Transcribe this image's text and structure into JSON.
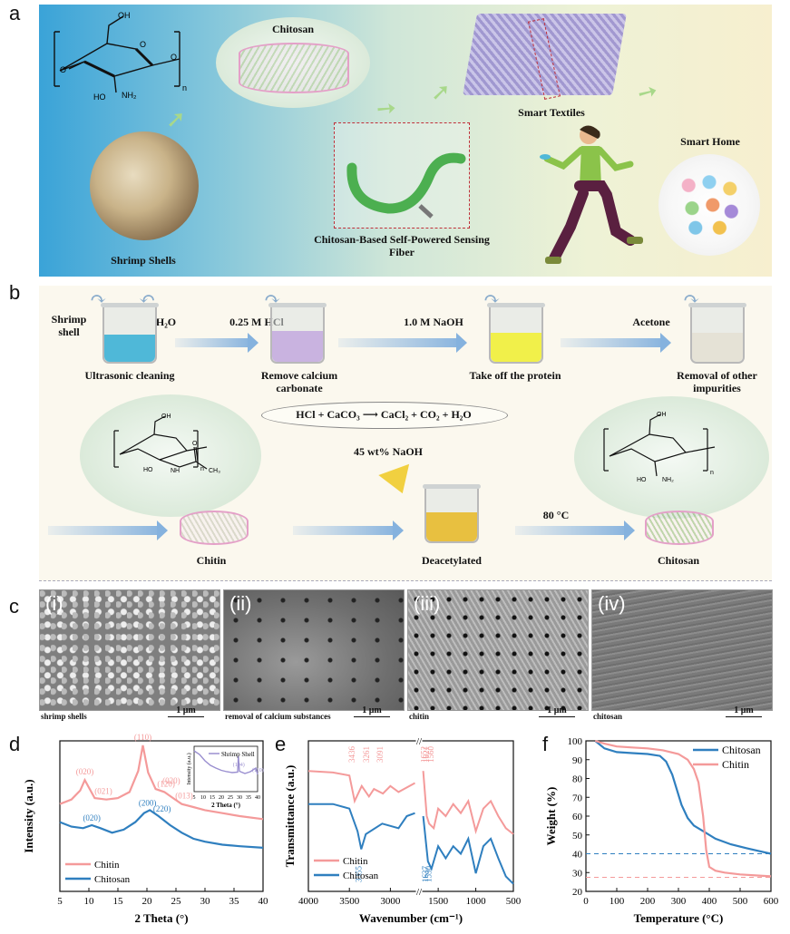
{
  "panel_labels": {
    "a": "a",
    "b": "b",
    "c": "c",
    "d": "d",
    "e": "e",
    "f": "f"
  },
  "panel_a": {
    "chitosan_label": "Chitosan",
    "smart_textiles": "Smart Textiles",
    "smart_home": "Smart Home",
    "shrimp_shells": "Shrimp Shells",
    "fiber_label": "Chitosan-Based Self-Powered Sensing Fiber",
    "colors": {
      "left": "#3aa3d8",
      "middle": "#cfe6d8",
      "right": "#f7efcf",
      "fiber": "#4caf50",
      "runner_top": "#8bc34a",
      "runner_pants": "#5a2040"
    }
  },
  "panel_b": {
    "shrimp_shell": "Shrimp shell",
    "h2o": "H₂O",
    "hcl": "0.25 M HCl",
    "naoh": "1.0 M NaOH",
    "acetone": "Acetone",
    "step1": "Ultrasonic cleaning",
    "step2": "Remove calcium carbonate",
    "step3": "Take off the protein",
    "step4": "Removal of other impurities",
    "reaction": "HCl + CaCO₃ ⟶ CaCl₂ + CO₂ + H₂O",
    "naoh45": "45 wt% NaOH",
    "temp": "80 °C",
    "chitin": "Chitin",
    "deacetylated": "Deacetylated",
    "chitosan": "Chitosan",
    "colors": {
      "blue_liquid": "#4fb8d8",
      "purple_liquid": "#c9b3e0",
      "yellow_liquid": "#f1f04a",
      "grey_liquid": "#e5e2d6",
      "orange_liquid": "#e8c040"
    }
  },
  "panel_c": {
    "images": [
      {
        "roman": "(i)",
        "caption": "shrimp shells",
        "scale": "1 μm"
      },
      {
        "roman": "(ii)",
        "caption": "removal of calcium substances",
        "scale": "1 μm"
      },
      {
        "roman": "(iii)",
        "caption": "chitin",
        "scale": "1 μm"
      },
      {
        "roman": "(iv)",
        "caption": "chitosan",
        "scale": "1 μm"
      }
    ]
  },
  "chart_data": [
    {
      "type": "line",
      "panel": "d",
      "xlabel": "2 Theta (°)",
      "ylabel": "Intensity (a.u.)",
      "xlim": [
        5,
        40
      ],
      "xticks": [
        5,
        10,
        15,
        20,
        25,
        30,
        35,
        40
      ],
      "legend": "bottom-left",
      "series": [
        {
          "name": "Chitin",
          "color": "#f49a9a",
          "x": [
            5,
            7,
            8.5,
            9.3,
            10,
            11,
            13,
            15,
            17,
            18.5,
            19.3,
            20.2,
            21.5,
            23,
            24.5,
            26,
            28,
            30,
            33,
            36,
            40
          ],
          "y": [
            0.58,
            0.61,
            0.67,
            0.74,
            0.69,
            0.62,
            0.61,
            0.62,
            0.66,
            0.8,
            0.97,
            0.79,
            0.68,
            0.66,
            0.62,
            0.58,
            0.56,
            0.54,
            0.52,
            0.5,
            0.48
          ]
        },
        {
          "name": "Chitosan",
          "color": "#2f7fbf",
          "x": [
            5,
            7,
            9,
            10.5,
            12,
            14,
            16,
            18,
            19.5,
            20.5,
            22,
            24,
            26,
            28,
            30,
            33,
            36,
            40
          ],
          "y": [
            0.46,
            0.43,
            0.42,
            0.44,
            0.42,
            0.39,
            0.41,
            0.46,
            0.52,
            0.54,
            0.5,
            0.44,
            0.39,
            0.35,
            0.33,
            0.31,
            0.3,
            0.29
          ]
        }
      ],
      "annotations_chitin": [
        {
          "text": "(020)",
          "x": 9.3
        },
        {
          "text": "(021)",
          "x": 12.5
        },
        {
          "text": "(110)",
          "x": 19.3
        },
        {
          "text": "(120)",
          "x": 23.3
        },
        {
          "text": "(020)",
          "x": 24.2
        },
        {
          "text": "(013)",
          "x": 26.4
        }
      ],
      "annotations_chitosan": [
        {
          "text": "(020)",
          "x": 10.5
        },
        {
          "text": "(200)",
          "x": 20.1
        },
        {
          "text": "(220)",
          "x": 22.6
        }
      ],
      "inset": {
        "legend": "Shrimp Shell",
        "xlabel": "2 Theta (°)",
        "ylabel": "Intensity (a.u.)",
        "xticks": [
          5,
          10,
          15,
          20,
          25,
          30,
          35,
          40
        ],
        "annotations": [
          "(104)",
          "(110)"
        ],
        "series": {
          "name": "Shrimp Shell",
          "color": "#9a8fd0",
          "x": [
            5,
            8,
            11,
            14,
            17,
            20,
            23,
            26,
            29,
            29.4,
            30,
            33,
            36,
            39,
            40
          ],
          "y": [
            0.9,
            0.82,
            0.68,
            0.58,
            0.52,
            0.47,
            0.44,
            0.42,
            0.43,
            0.78,
            0.45,
            0.4,
            0.44,
            0.52,
            0.38
          ]
        }
      }
    },
    {
      "type": "line",
      "panel": "e",
      "xlabel": "Wavenumber (cm⁻¹)",
      "ylabel": "Transmittance (a.u.)",
      "xticks": [
        4000,
        3500,
        3000,
        1500,
        1000,
        500
      ],
      "axis_break": true,
      "legend": "bottom-left",
      "series": [
        {
          "name": "Chitin",
          "color": "#f49a9a",
          "x": [
            4000,
            3700,
            3500,
            3436,
            3350,
            3261,
            3200,
            3091,
            3000,
            2900,
            2700,
            1700,
            1652,
            1621,
            1560,
            1500,
            1400,
            1300,
            1200,
            1100,
            1000,
            900,
            800,
            700,
            600,
            500
          ],
          "y": [
            0.8,
            0.79,
            0.77,
            0.6,
            0.7,
            0.63,
            0.68,
            0.65,
            0.7,
            0.66,
            0.72,
            0.8,
            0.5,
            0.45,
            0.42,
            0.55,
            0.5,
            0.58,
            0.52,
            0.6,
            0.4,
            0.55,
            0.6,
            0.5,
            0.42,
            0.38
          ]
        },
        {
          "name": "Chitosan",
          "color": "#2f7fbf",
          "x": [
            4000,
            3700,
            3500,
            3400,
            3355,
            3300,
            3100,
            2900,
            2800,
            2700,
            1700,
            1637,
            1590,
            1500,
            1400,
            1300,
            1200,
            1100,
            1000,
            900,
            800,
            700,
            600,
            500
          ],
          "y": [
            0.58,
            0.58,
            0.55,
            0.4,
            0.28,
            0.38,
            0.45,
            0.42,
            0.5,
            0.52,
            0.5,
            0.2,
            0.15,
            0.3,
            0.22,
            0.3,
            0.25,
            0.35,
            0.12,
            0.3,
            0.35,
            0.22,
            0.1,
            0.05
          ]
        }
      ],
      "annotations_chitin": [
        "3436",
        "3261",
        "3091",
        "1652",
        "1621",
        "1560"
      ],
      "annotations_chitosan": [
        "3355",
        "1637",
        "1590"
      ]
    },
    {
      "type": "line",
      "panel": "f",
      "xlabel": "Temperature (°C)",
      "ylabel": "Weight (%)",
      "xlim": [
        0,
        600
      ],
      "ylim": [
        20,
        100
      ],
      "xticks": [
        0,
        100,
        200,
        300,
        400,
        500,
        600
      ],
      "yticks": [
        20,
        30,
        40,
        50,
        60,
        70,
        80,
        90,
        100
      ],
      "legend": "top-right",
      "reference_lines": [
        {
          "y": 40,
          "color": "#2f7fbf"
        },
        {
          "y": 27.5,
          "color": "#f49a9a"
        }
      ],
      "series": [
        {
          "name": "Chitosan",
          "color": "#2f7fbf",
          "x": [
            30,
            60,
            100,
            150,
            200,
            240,
            260,
            280,
            295,
            310,
            330,
            350,
            380,
            420,
            470,
            520,
            560,
            600
          ],
          "y": [
            100,
            96,
            94,
            93.5,
            93,
            92,
            89,
            82,
            74,
            66,
            59,
            55,
            52,
            48,
            45,
            43,
            41.5,
            40
          ]
        },
        {
          "name": "Chitin",
          "color": "#f49a9a",
          "x": [
            30,
            60,
            100,
            150,
            200,
            250,
            300,
            330,
            350,
            365,
            380,
            390,
            400,
            420,
            450,
            500,
            550,
            600
          ],
          "y": [
            100,
            98.5,
            97,
            96.5,
            96,
            95,
            93,
            90,
            85,
            78,
            60,
            42,
            33,
            31,
            30,
            29,
            28.5,
            28
          ]
        }
      ]
    }
  ]
}
